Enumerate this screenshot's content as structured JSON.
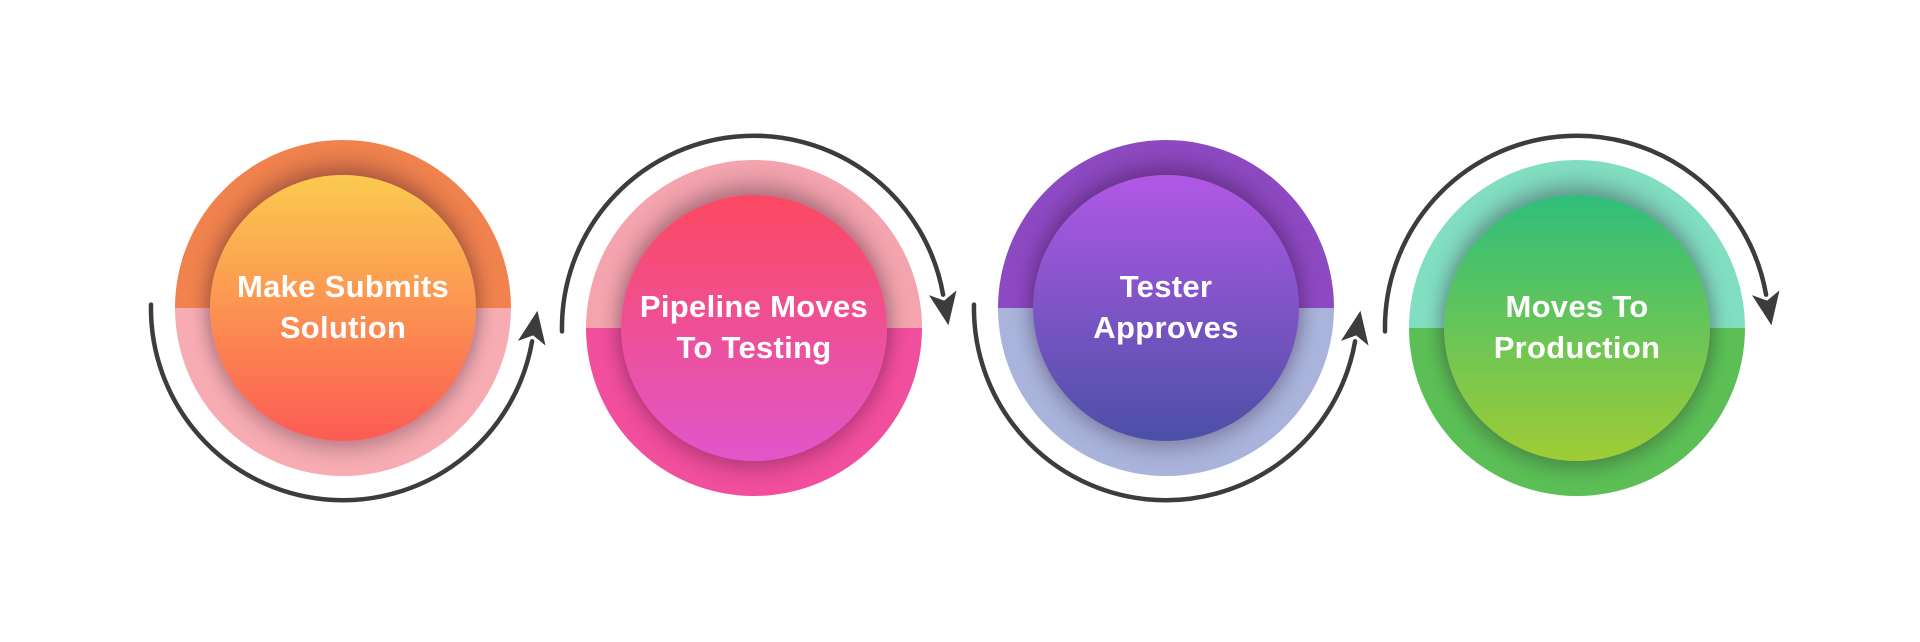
{
  "background": "#FFFFFF",
  "connector": {
    "color": "#3C3C3C"
  },
  "steps": [
    {
      "line1": "Make Submits",
      "line2": "Solution",
      "colors": {
        "ring_top": "#F0824E",
        "ring_bottom": "#F6ACB2",
        "inner_top": "#FBCB4F",
        "inner_bottom": "#FC5B54"
      }
    },
    {
      "line1": "Pipeline Moves",
      "line2": "To Testing",
      "colors": {
        "ring_top": "#F3A4AE",
        "ring_bottom": "#F14E9D",
        "inner_top": "#FC4961",
        "inner_bottom": "#E156CB"
      }
    },
    {
      "line1": "Tester",
      "line2": "Approves",
      "colors": {
        "ring_top": "#8D49C2",
        "ring_bottom": "#A9B3DB",
        "inner_top": "#B158E6",
        "inner_bottom": "#4B50A6"
      }
    },
    {
      "line1": "Moves To",
      "line2": "Production",
      "colors": {
        "ring_top": "#82DEC1",
        "ring_bottom": "#5BBF56",
        "inner_top": "#2FBE7B",
        "inner_bottom": "#9FCC35"
      }
    }
  ]
}
